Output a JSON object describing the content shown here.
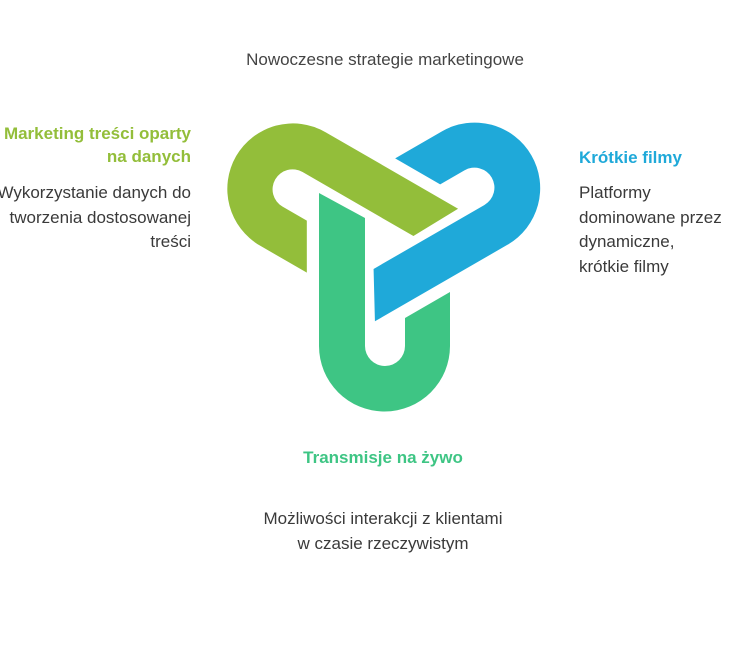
{
  "title": "Nowoczesne strategie marketingowe",
  "colors": {
    "lime": "#93BE3A",
    "blue": "#1FA9D9",
    "green": "#3EC584"
  },
  "sections": [
    {
      "heading": "Marketing treści oparty na danych",
      "body": "Wykorzystanie danych do tworzenia dostosowanej treści"
    },
    {
      "heading": "Krótkie filmy",
      "body": "Platformy dominowane przez dynamiczne, krótkie filmy"
    },
    {
      "heading": "Transmisje na żywo",
      "body": "Możliwości interakcji z klientami w czasie rzeczywistym"
    }
  ]
}
